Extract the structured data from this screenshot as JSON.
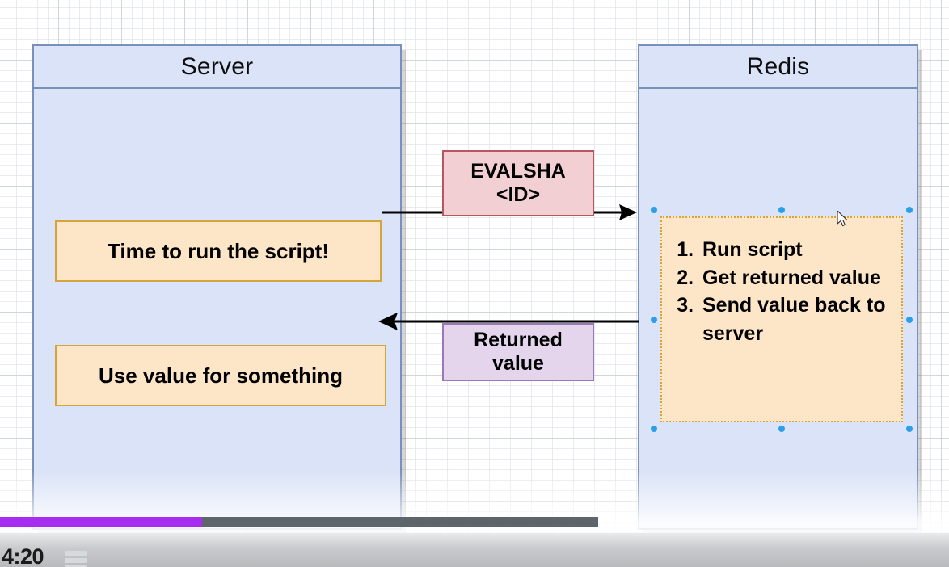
{
  "diagram": {
    "lanes": [
      {
        "id": "server",
        "title": "Server"
      },
      {
        "id": "redis",
        "title": "Redis"
      }
    ],
    "nodes": [
      {
        "id": "run-script",
        "label": "Time to run the script!",
        "fill": "#fde5c8",
        "stroke": "#d6a43c"
      },
      {
        "id": "use-value",
        "label": "Use value for something",
        "fill": "#fde5c8",
        "stroke": "#d6a43c"
      },
      {
        "id": "redis-steps",
        "fill": "#fde5c8",
        "stroke": "#d6a43c",
        "selected": true,
        "steps": [
          "Run script",
          "Get returned value",
          "Send value back to server"
        ]
      }
    ],
    "edges": [
      {
        "id": "evalsha",
        "direction": "server-to-redis",
        "label_line1": "EVALSHA",
        "label_line2": "<ID>",
        "label_fill": "#f2cfd2",
        "label_stroke": "#b85560"
      },
      {
        "id": "returned",
        "direction": "redis-to-server",
        "label_line1": "Returned",
        "label_line2": "value",
        "label_fill": "#e4d5ec",
        "label_stroke": "#9a79b8"
      }
    ],
    "colors": {
      "lane_fill": "#dae3f7",
      "lane_stroke": "#7890bb",
      "selection_handle": "#2ba0e8",
      "edge_stroke": "#000000"
    }
  },
  "player": {
    "time_elapsed": "4:20",
    "played_percent": 21,
    "buffered_percent": 63,
    "played_color": "#a72ef0",
    "buffer_color": "#5f666b",
    "menu_icon": "list-icon"
  }
}
